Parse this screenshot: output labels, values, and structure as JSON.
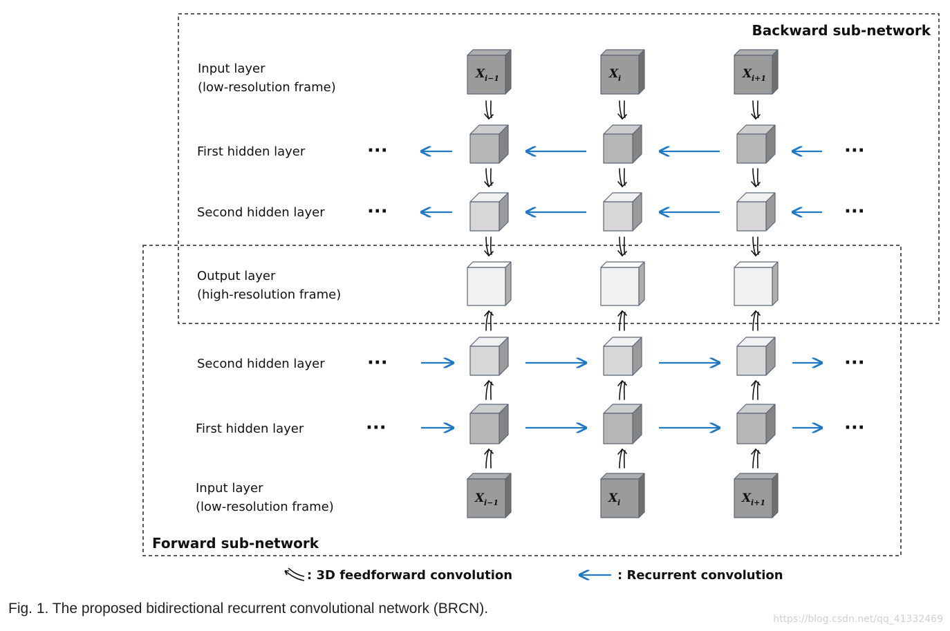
{
  "backward": {
    "title": "Backward sub-network",
    "rows": {
      "input": {
        "line1": "Input layer",
        "line2": "(low-resolution frame)"
      },
      "hidden1": "First hidden layer",
      "hidden2": "Second hidden layer"
    }
  },
  "output": {
    "line1": "Output layer",
    "line2": "(high-resolution frame)"
  },
  "forward": {
    "title": "Forward sub-network",
    "rows": {
      "hidden2": "Second hidden layer",
      "hidden1": "First hidden layer",
      "input": {
        "line1": "Input layer",
        "line2": "(low-resolution frame)"
      }
    }
  },
  "frames": [
    {
      "base": "X",
      "sub": "i−1"
    },
    {
      "base": "X",
      "sub": "i"
    },
    {
      "base": "X",
      "sub": "i+1"
    }
  ],
  "ellipsis": "···",
  "legend": {
    "feedforward": ": 3D feedforward convolution",
    "recurrent": ": Recurrent convolution"
  },
  "caption": "Fig. 1. The proposed bidirectional recurrent convolutional network (BRCN).",
  "watermark": "https://blog.csdn.net/qq_41332469",
  "colors": {
    "recurrent_arrow": "#1f78c1",
    "input_cube": "#9b9b9b",
    "hidden1_cube": "#b7b7b7",
    "hidden2_cube": "#d7d7d7",
    "output_cube": "#f1f1f1",
    "cube_edge": "#5a6675"
  }
}
